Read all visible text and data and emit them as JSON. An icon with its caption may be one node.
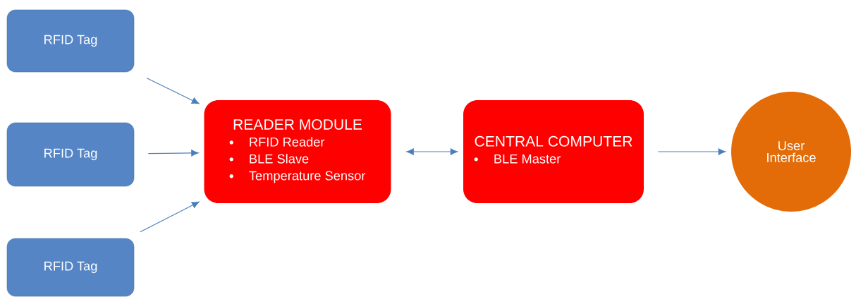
{
  "diagram": {
    "nodes": [
      {
        "text": [
          "RFID Tag"
        ]
      },
      {
        "text": [
          "RFID Tag"
        ]
      },
      {
        "text": [
          "RFID Tag"
        ]
      },
      {
        "text": [
          "READER MODULE",
          "RFID Reader",
          "BLE Slave",
          "Temperature Sensor"
        ]
      },
      {
        "text": [
          "CENTRAL COMPUTER",
          "BLE Master"
        ]
      },
      {
        "text": [
          "User Interface"
        ]
      }
    ],
    "edges": [
      {
        "from": 0,
        "to": 3,
        "arrow": "to"
      },
      {
        "from": 1,
        "to": 3,
        "arrow": "to"
      },
      {
        "from": 2,
        "to": 3,
        "arrow": "to"
      },
      {
        "from": 3,
        "to": 4,
        "arrow": "both"
      },
      {
        "from": 4,
        "to": 5,
        "arrow": "to"
      }
    ]
  }
}
